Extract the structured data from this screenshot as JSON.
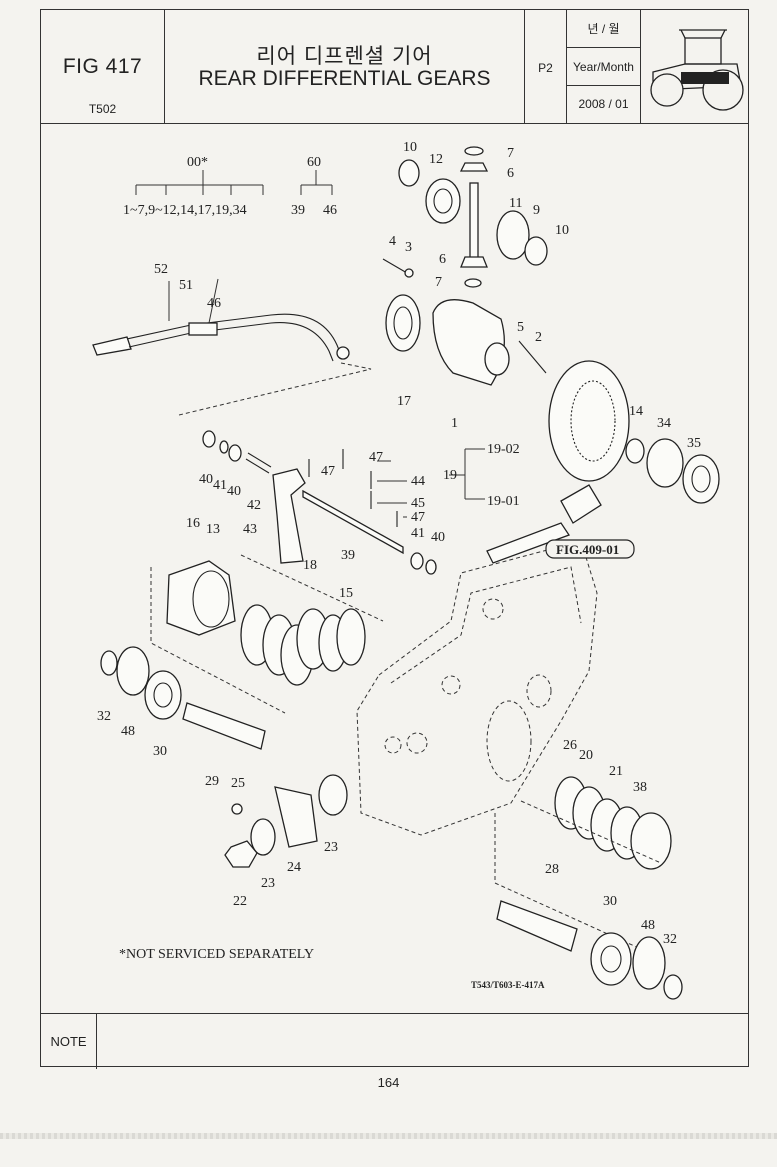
{
  "header": {
    "fig_no": "FIG 417",
    "fig_code": "T502",
    "title_ko": "리어 디프렌셜 기어",
    "title_en": "REAR DIFFERENTIAL GEARS",
    "page_code": "P2",
    "ym_ko": "년 / 월",
    "ym_en": "Year/Month",
    "date": "2008 / 01"
  },
  "diagram": {
    "group_00": "00*",
    "group_00_items": "1~7,9~12,14,17,19,34",
    "group_60": "60",
    "group_60_a": "39",
    "group_60_b": "46",
    "ref_fig": "FIG.409-01",
    "sub_19": "19",
    "sub_19_02": "19-02",
    "sub_19_01": "19-01",
    "footnote": "*NOT SERVICED SEPARATELY",
    "drawing_code": "T543/T603-E-417A",
    "callouts": {
      "c1": "1",
      "c2": "2",
      "c3": "3",
      "c4": "4",
      "c5": "5",
      "c6a": "6",
      "c6b": "6",
      "c7a": "7",
      "c7b": "7",
      "c9": "9",
      "c10a": "10",
      "c10b": "10",
      "c11": "11",
      "c12": "12",
      "c13": "13",
      "c14": "14",
      "c15": "15",
      "c16": "16",
      "c17": "17",
      "c18": "18",
      "c20": "20",
      "c21": "21",
      "c22": "22",
      "c23a": "23",
      "c23b": "23",
      "c24": "24",
      "c25": "25",
      "c26": "26",
      "c28": "28",
      "c29": "29",
      "c30a": "30",
      "c30b": "30",
      "c32a": "32",
      "c32b": "32",
      "c34": "34",
      "c35": "35",
      "c38": "38",
      "c39": "39",
      "c40a": "40",
      "c40b": "40",
      "c40c": "40",
      "c41a": "41",
      "c41b": "41",
      "c42": "42",
      "c43": "43",
      "c44": "44",
      "c45": "45",
      "c46": "46",
      "c47a": "47",
      "c47b": "47",
      "c47c": "47",
      "c48a": "48",
      "c48b": "48",
      "c51": "51",
      "c52": "52"
    }
  },
  "note_label": "NOTE",
  "page_number": "164"
}
